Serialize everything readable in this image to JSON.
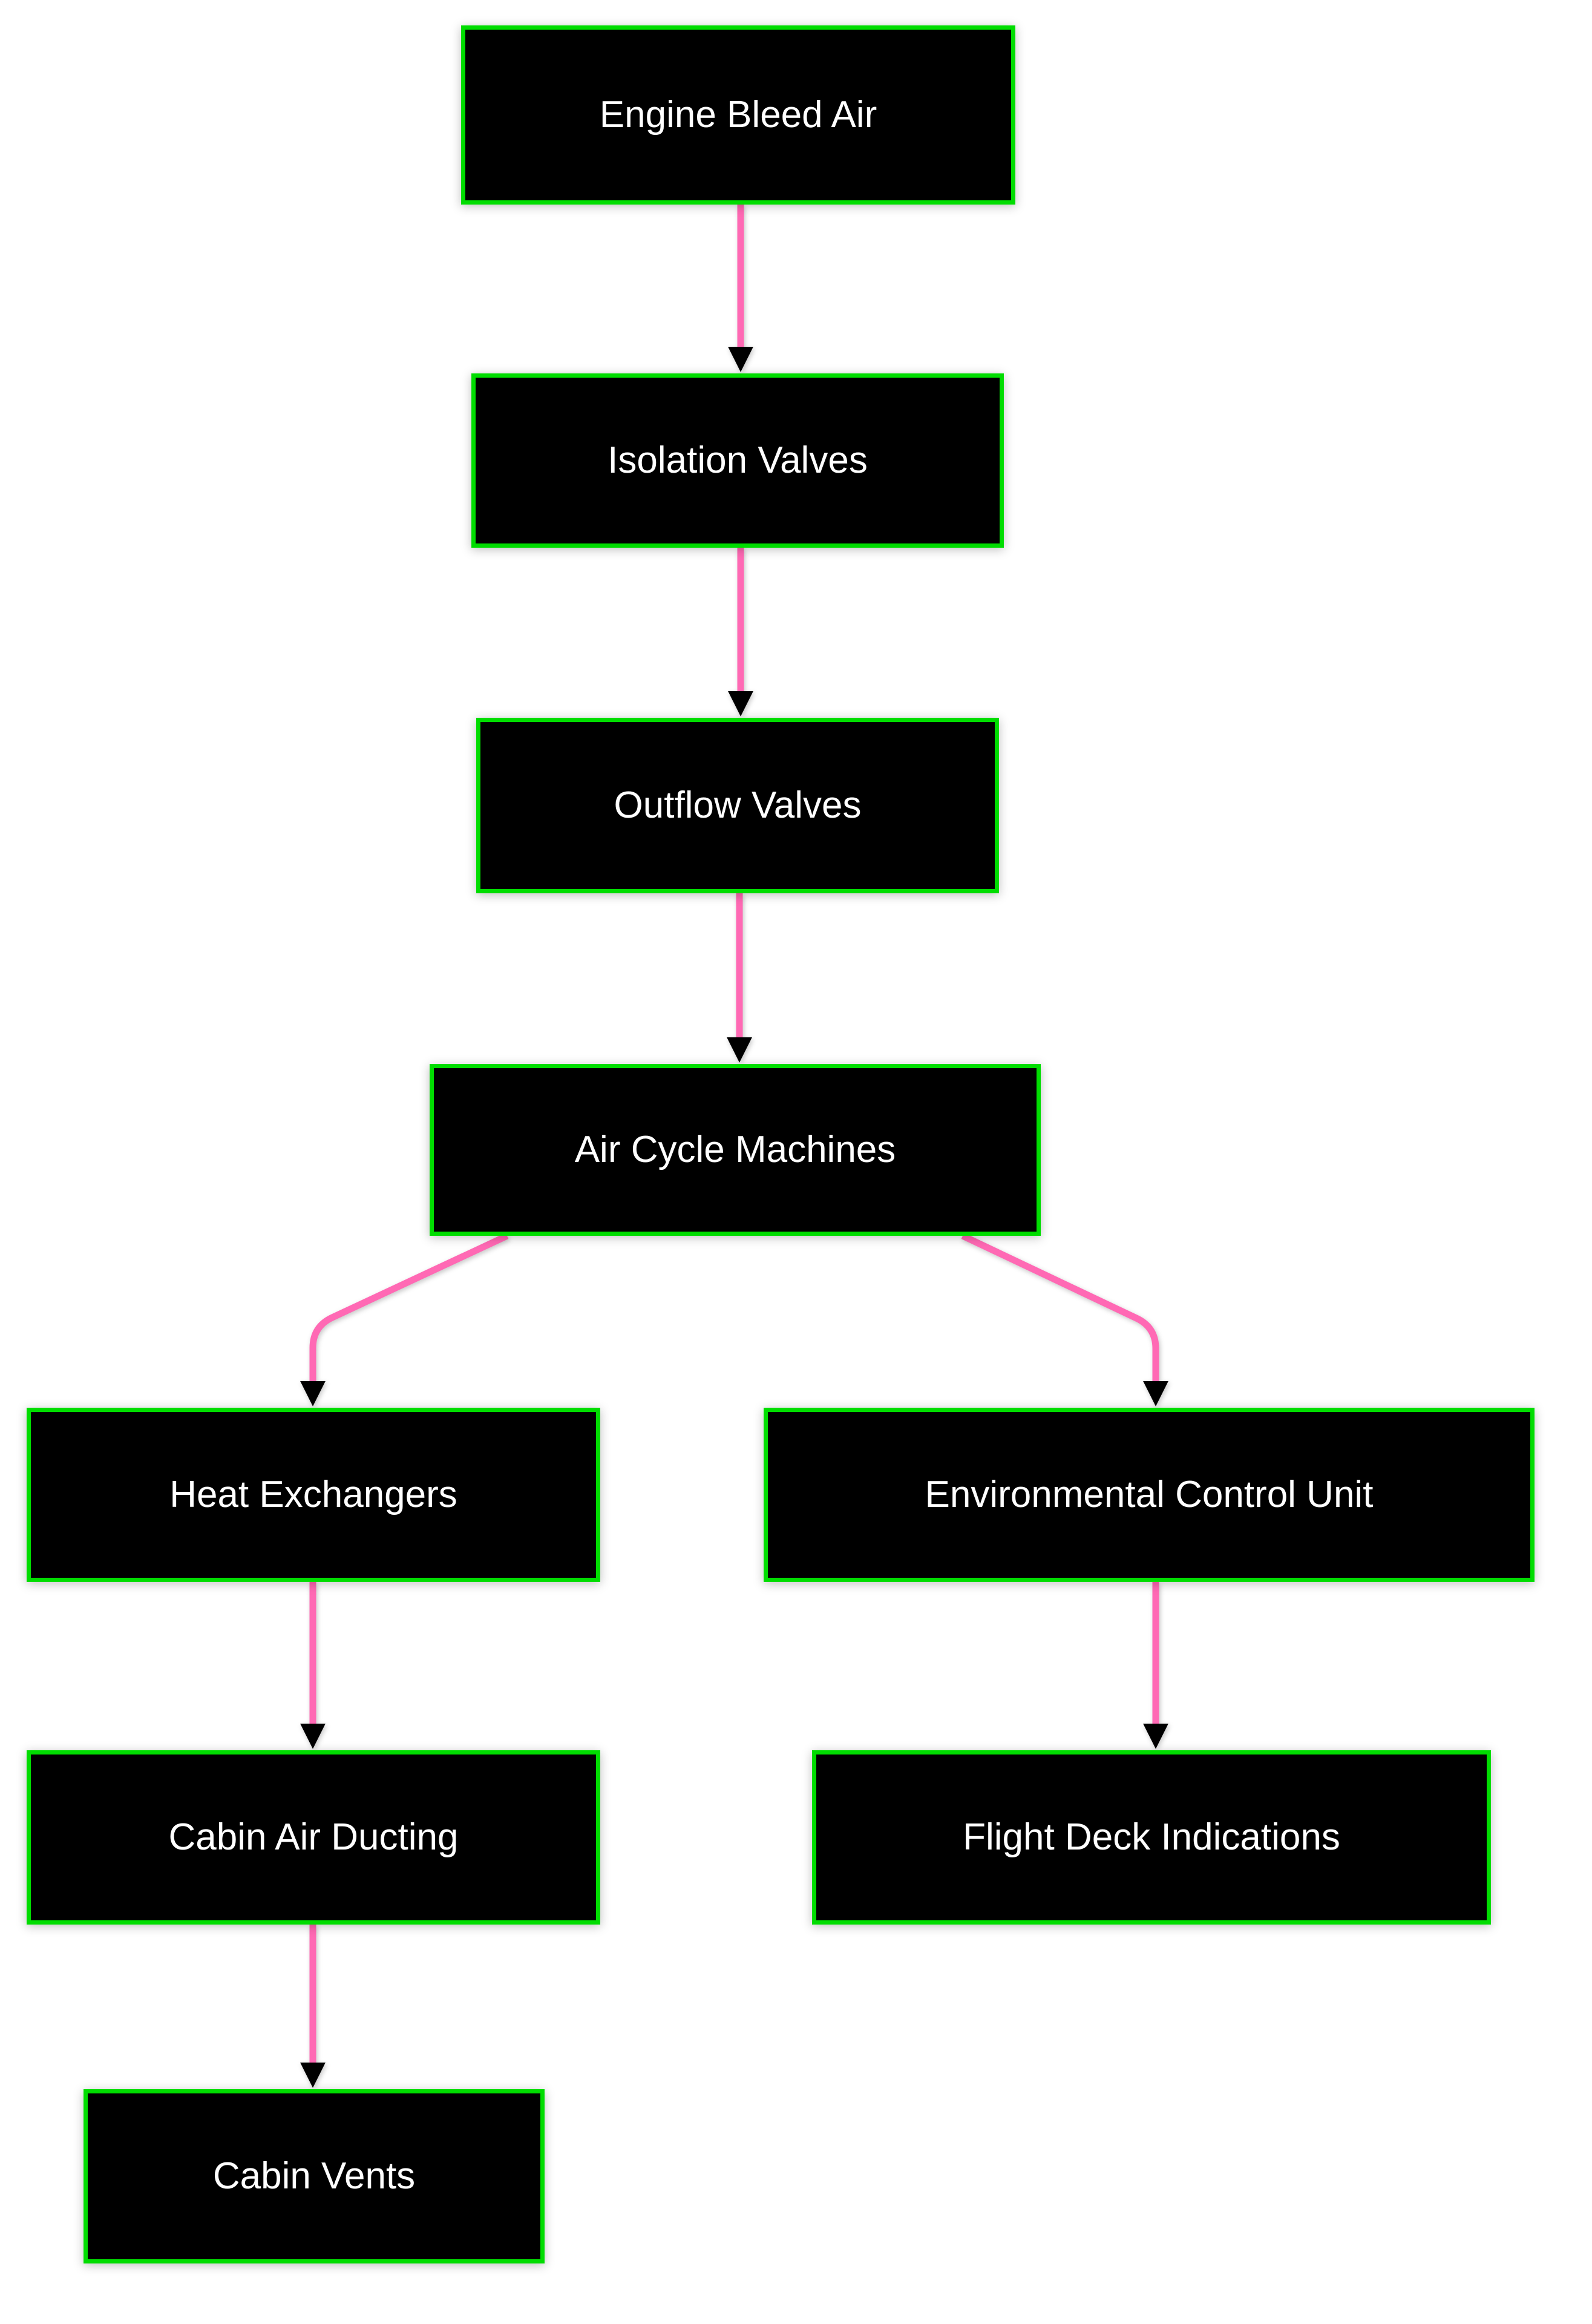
{
  "diagram_type": "flowchart",
  "nodes": [
    {
      "id": "engine-bleed-air",
      "label": "Engine Bleed Air"
    },
    {
      "id": "isolation-valves",
      "label": "Isolation Valves"
    },
    {
      "id": "outflow-valves",
      "label": "Outflow Valves"
    },
    {
      "id": "air-cycle-machines",
      "label": "Air Cycle Machines"
    },
    {
      "id": "heat-exchangers",
      "label": "Heat Exchangers"
    },
    {
      "id": "environmental-control-unit",
      "label": "Environmental Control Unit"
    },
    {
      "id": "cabin-air-ducting",
      "label": "Cabin Air Ducting"
    },
    {
      "id": "flight-deck-indications",
      "label": "Flight Deck Indications"
    },
    {
      "id": "cabin-vents",
      "label": "Cabin Vents"
    }
  ],
  "edges": [
    {
      "from": "engine-bleed-air",
      "to": "isolation-valves"
    },
    {
      "from": "isolation-valves",
      "to": "outflow-valves"
    },
    {
      "from": "outflow-valves",
      "to": "air-cycle-machines"
    },
    {
      "from": "air-cycle-machines",
      "to": "heat-exchangers"
    },
    {
      "from": "air-cycle-machines",
      "to": "environmental-control-unit"
    },
    {
      "from": "heat-exchangers",
      "to": "cabin-air-ducting"
    },
    {
      "from": "environmental-control-unit",
      "to": "flight-deck-indications"
    },
    {
      "from": "cabin-air-ducting",
      "to": "cabin-vents"
    }
  ],
  "colors": {
    "background": "#ffffff",
    "node_fill": "#000000",
    "node_border": "#00dd00",
    "edge": "#ff69b4",
    "arrowhead": "#000000",
    "text": "#ffffff"
  }
}
